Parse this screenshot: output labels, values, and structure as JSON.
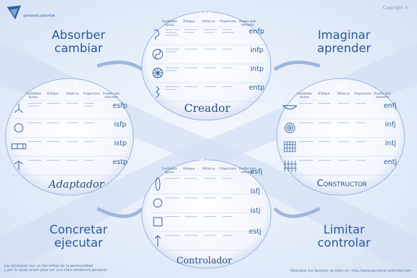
{
  "header": {
    "logo_text": "personal potential",
    "copyright": "Copyright ©"
  },
  "corners": {
    "top_left": {
      "line1": "Absorber",
      "line2": "cambiar"
    },
    "top_right": {
      "line1": "Imaginar",
      "line2": "aprender"
    },
    "bottom_left": {
      "line1": "Concretar",
      "line2": "ejecutar"
    },
    "bottom_right": {
      "line1": "Limitar",
      "line2": "controlar"
    }
  },
  "column_headers": [
    "Cualidades tipicas",
    "Enfoque",
    "Utiliza su",
    "Proporciona",
    "Puedes más relevante"
  ],
  "ellipses": {
    "top": {
      "group": "NP",
      "title": "Creador",
      "types": [
        "enfp",
        "infp",
        "intp",
        "entp"
      ],
      "icons": [
        "spring-icon",
        "yin-yang-icon",
        "wheel-icon",
        "spiral-icon"
      ]
    },
    "left": {
      "group": "SP",
      "title": "Adaptador",
      "types": [
        "esfp",
        "isfp",
        "istp",
        "estp"
      ],
      "icons": [
        "propeller-icon",
        "circle-icon",
        "rectangles-icon",
        "trident-icon"
      ]
    },
    "right": {
      "group": "NJ",
      "title": "Constructor",
      "types": [
        "enfj",
        "infj",
        "intj",
        "entj"
      ],
      "icons": [
        "bowl-icon",
        "target-icon",
        "grid-icon",
        "lattice-icon"
      ]
    },
    "bottom": {
      "group": "SJ",
      "title": "Controlador",
      "types": [
        "esfj",
        "isfj",
        "istj",
        "estj"
      ],
      "icons": [
        "oval-icon",
        "ring-icon",
        "square-icon",
        "arrow-icon"
      ]
    }
  },
  "footer": {
    "left_line1": "Las tipologias son un fiel reflejo de la personalidad",
    "left_line2": "y por lo tanto sirven para ver una clara tendencia personal",
    "right": "Descubre tus factores de éxito en: http://www.personal-potential.com"
  },
  "colors": {
    "accent": "#2c5a97",
    "ellipse_fill": "#ffffff",
    "band": "#c9d8ef"
  }
}
